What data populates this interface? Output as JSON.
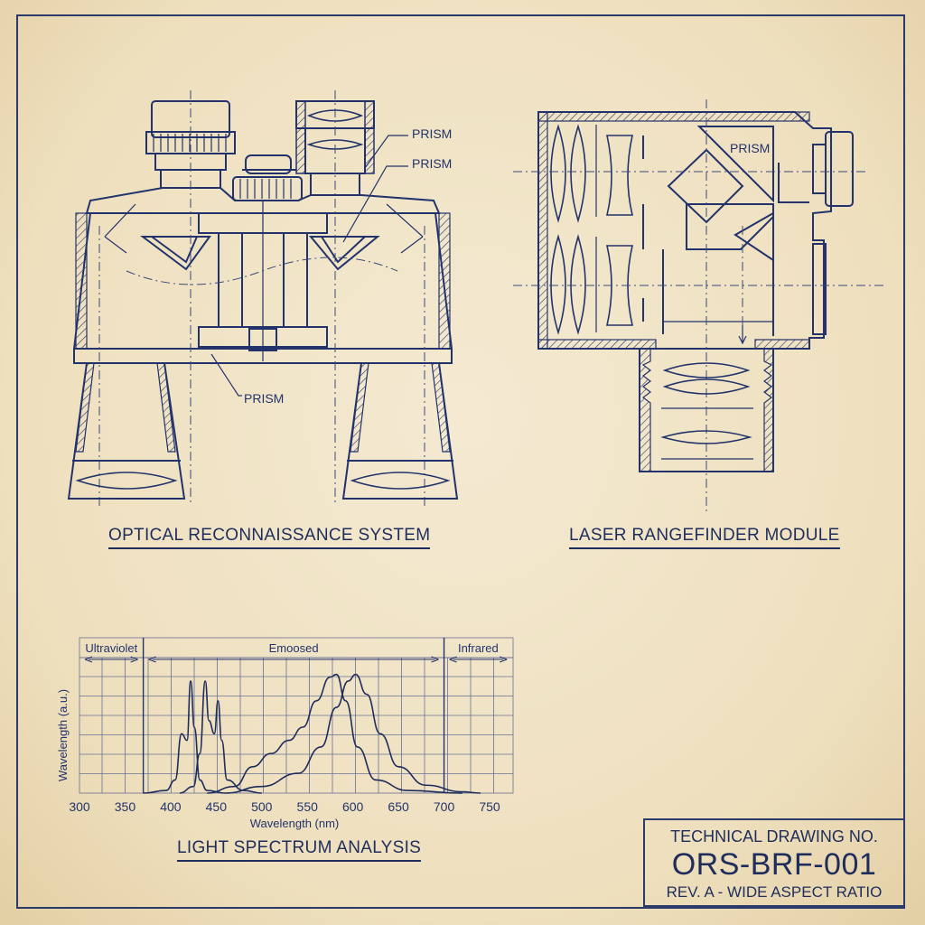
{
  "binocular": {
    "title": "OPTICAL RECONNAISSANCE SYSTEM",
    "callouts": [
      "PRISM",
      "PRISM",
      "PRISM"
    ]
  },
  "rangefinder": {
    "title": "LASER RANGEFINDER MODULE",
    "callouts": [
      "PRISM"
    ]
  },
  "spectrum": {
    "title": "LIGHT SPECTRUM ANALYSIS",
    "chart_data": {
      "type": "line",
      "xlabel": "Wavelength (nm)",
      "ylabel": "Wavelength (a.u.)",
      "xlim": [
        300,
        750
      ],
      "x_ticks": [
        "300",
        "350",
        "400",
        "450",
        "500",
        "550",
        "600",
        "650",
        "700",
        "750"
      ],
      "regions": [
        {
          "label": "Ultraviolet",
          "from": 300,
          "to": 370
        },
        {
          "label": "Emoosed",
          "from": 370,
          "to": 700
        },
        {
          "label": "Infrared",
          "from": 700,
          "to": 775
        }
      ],
      "grid": true,
      "series": [
        {
          "points": [
            [
              370,
              0
            ],
            [
              395,
              0.02
            ],
            [
              405,
              0.1
            ],
            [
              412,
              0.45
            ],
            [
              418,
              0.4
            ],
            [
              422,
              0.85
            ],
            [
              426,
              0.5
            ],
            [
              432,
              0.1
            ],
            [
              440,
              0.02
            ],
            [
              460,
              0
            ]
          ]
        },
        {
          "points": [
            [
              410,
              0
            ],
            [
              425,
              0.05
            ],
            [
              432,
              0.3
            ],
            [
              438,
              0.85
            ],
            [
              442,
              0.55
            ],
            [
              448,
              0.45
            ],
            [
              452,
              0.7
            ],
            [
              456,
              0.4
            ],
            [
              462,
              0.1
            ],
            [
              480,
              0.02
            ],
            [
              500,
              0
            ]
          ]
        },
        {
          "points": [
            [
              440,
              0
            ],
            [
              470,
              0.05
            ],
            [
              490,
              0.2
            ],
            [
              510,
              0.3
            ],
            [
              530,
              0.4
            ],
            [
              545,
              0.5
            ],
            [
              560,
              0.7
            ],
            [
              575,
              0.88
            ],
            [
              582,
              0.9
            ],
            [
              592,
              0.7
            ],
            [
              605,
              0.35
            ],
            [
              625,
              0.1
            ],
            [
              660,
              0.02
            ],
            [
              720,
              0
            ]
          ]
        },
        {
          "points": [
            [
              460,
              0
            ],
            [
              500,
              0.05
            ],
            [
              540,
              0.15
            ],
            [
              565,
              0.35
            ],
            [
              582,
              0.65
            ],
            [
              595,
              0.85
            ],
            [
              603,
              0.9
            ],
            [
              615,
              0.75
            ],
            [
              630,
              0.45
            ],
            [
              650,
              0.2
            ],
            [
              680,
              0.06
            ],
            [
              720,
              0.01
            ],
            [
              740,
              0
            ]
          ]
        }
      ]
    }
  },
  "title_block": {
    "label": "TECHNICAL DRAWING NO.",
    "number": "ORS-BRF-001",
    "revision": "REV. A - WIDE ASPECT RATIO"
  }
}
